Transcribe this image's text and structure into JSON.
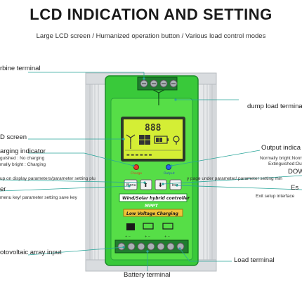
{
  "header": {
    "title": "LCD INDICATION AND SETTING",
    "subtitle": "Large LCD screen / Humanized operation button / Various load control modes"
  },
  "labels": {
    "turbine_terminal": "rbine terminal",
    "dump_load_terminal": "dump load terminal",
    "lcd_screen": "D screen",
    "charging_indicator": "arging indicator",
    "charging_ext": "guished : No charging",
    "charging_norm": "mally bright : Charging",
    "up_text": "up on display parameters/parameter setting plu",
    "menu_left": "er",
    "menu_text": "menu key/ parameter setting save key",
    "output_indicator": "Output indica",
    "output_norm": "Normally bright:Normal o",
    "output_ext": "Extinguished:Out",
    "down": "DOW",
    "down_text": "y page under parameter/ parameter setting min",
    "esc": "Es",
    "esc_text": "Exit setup interface",
    "pv_input": "otovoltaic array input",
    "load_terminal": "Load terminal",
    "battery_terminal": "Battery terminal"
  },
  "device": {
    "brand_line1": "Wind/Solar hybrid controller",
    "brand_line2": "MPPT",
    "brand_line3": "Low Voltage Charging",
    "lcd_digits": "888",
    "buttons": [
      "Menu",
      "Esc"
    ],
    "indicator_left": "Charge",
    "indicator_right": "Output"
  },
  "colors": {
    "green": "#3fd23a",
    "dark_green": "#1a8f2a",
    "lcd": "#d4ee35",
    "teal": "#2aa59a",
    "aluminium": "#e4e6e8"
  }
}
